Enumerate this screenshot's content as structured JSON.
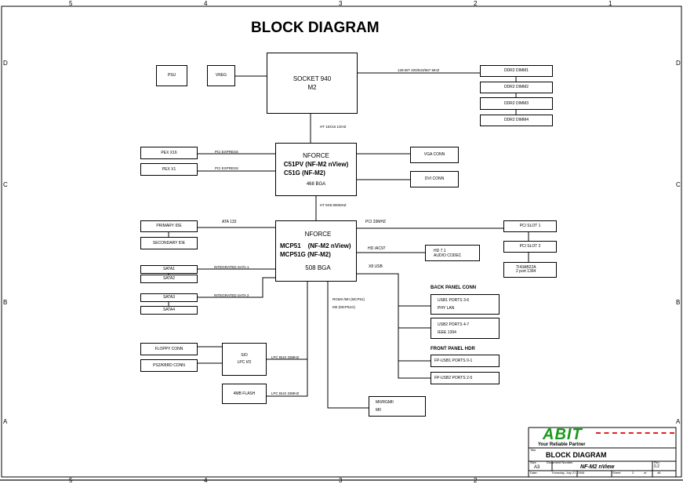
{
  "title": "BLOCK DIAGRAM",
  "zones": {
    "cols": [
      "5",
      "4",
      "3",
      "2",
      "1"
    ],
    "rows": [
      "D",
      "C",
      "B",
      "A"
    ]
  },
  "blocks": {
    "psu": "PSU",
    "vreg": "VREG",
    "socket": [
      "SOCKET 940",
      "M2"
    ],
    "dimms": [
      "DDR2 DIMM1",
      "DDR2 DIMM2",
      "DDR2 DIMM3",
      "DDR2 DIMM4"
    ],
    "c51": [
      "NFORCE",
      "C51PV (NF-M2 nView)",
      "C51G   (NF-M2)",
      "468 BGA"
    ],
    "pex16": "PEX X16",
    "pex1": "PEX X1",
    "vga": "VGA CONN",
    "dvi": "DVI CONN",
    "mcp51": [
      "NFORCE",
      "MCP51    (NF-M2 nView)",
      "MCP51G (NF-M2)",
      "508 BGA"
    ],
    "primary_ide": "PRIMARY IDE",
    "secondary_ide": "SECONDARY IDE",
    "sata": [
      "SATA1",
      "SATA2",
      "SATA3",
      "SATA4"
    ],
    "pci_slot1": "PCI SLOT 1",
    "pci_slot2": "PCI SLOT 2",
    "ti": [
      "TI43AB22A",
      "2 port 1394"
    ],
    "codec": [
      "HD 7.1",
      "AUDIO CODEC"
    ],
    "back_panel_header": "BACK PANEL CONN",
    "usb1": [
      "USB1 PORTS 3-6",
      "PHY LAN"
    ],
    "usb2": [
      "USB2 PORTS 4-7",
      "IEEE 1394"
    ],
    "front_panel_header": "FRONT PANEL HDR",
    "fp_usb1": "FP-USB1 PORTS 0-1",
    "fp_usb2": "FP-USB2 PORTS 2-5",
    "floppy": "FLOPPY CONN",
    "ps2": "PS2/KBRD CONN",
    "sio": [
      "SIO",
      "LPC I/O"
    ],
    "flash": "4MB FLASH",
    "mii": [
      "MII/RGMII",
      "MII"
    ]
  },
  "links": {
    "mem_bus": "128-BIT 400/533/667 MHZ",
    "ht1": "HT 16X16 1GHZ",
    "ht2": "HT 8X8 800MHZ",
    "pcie16": "PCI EXPRESS",
    "pcie1": "PCI EXPRESS",
    "ata": "ATA 133",
    "sata1": "INTEGRATED SATA 1",
    "sata2": "INTEGRATED SATA 2",
    "pci": "PCI 33MHZ",
    "hd": "HD /AC97",
    "usb": "X8 USB",
    "rgmii1": "RGMII /MII (MCP51)",
    "rgmii2": "MII (MCP51G)",
    "lpc1": "LPC BUS 33MHZ",
    "lpc2": "LPC BUS 33MHZ"
  },
  "title_block": {
    "logo": "ABIT",
    "tagline": "Your Reliable Partner",
    "title_label": "Title",
    "title": "BLOCK DIAGRAM",
    "size_label": "Size",
    "size": "A3",
    "doc_label": "Document Number",
    "doc": "NF-M2 nView",
    "rev_label": "Rev",
    "rev": "0.2",
    "date_label": "Date:",
    "date": "Thursday, July 27, 2006",
    "sheet_label": "Sheet",
    "sheet": "2",
    "of_label": "of",
    "total": "48",
    "logo_color": "#1a9a1a",
    "dash_color": "#e02020"
  }
}
